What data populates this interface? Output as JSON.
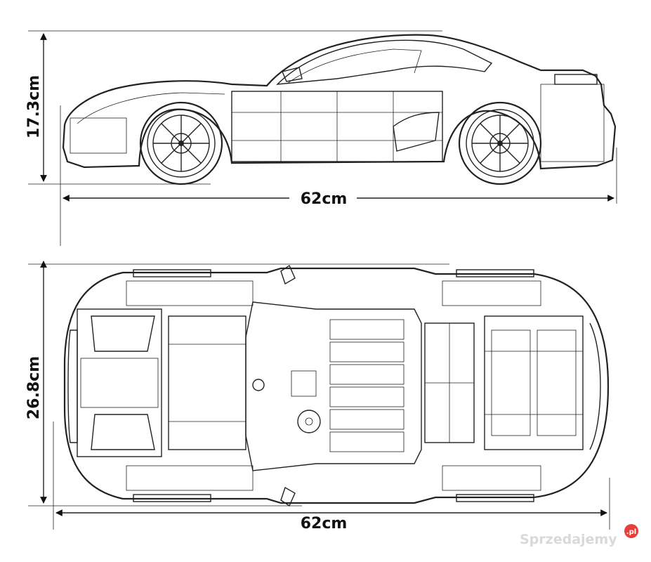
{
  "side_view": {
    "height_label": "17.3cm",
    "length_label": "62cm"
  },
  "top_view": {
    "width_label": "26.8cm",
    "length_label": "62cm"
  },
  "watermark": {
    "text": "Sprzedajemy",
    "suffix": ".pl"
  }
}
